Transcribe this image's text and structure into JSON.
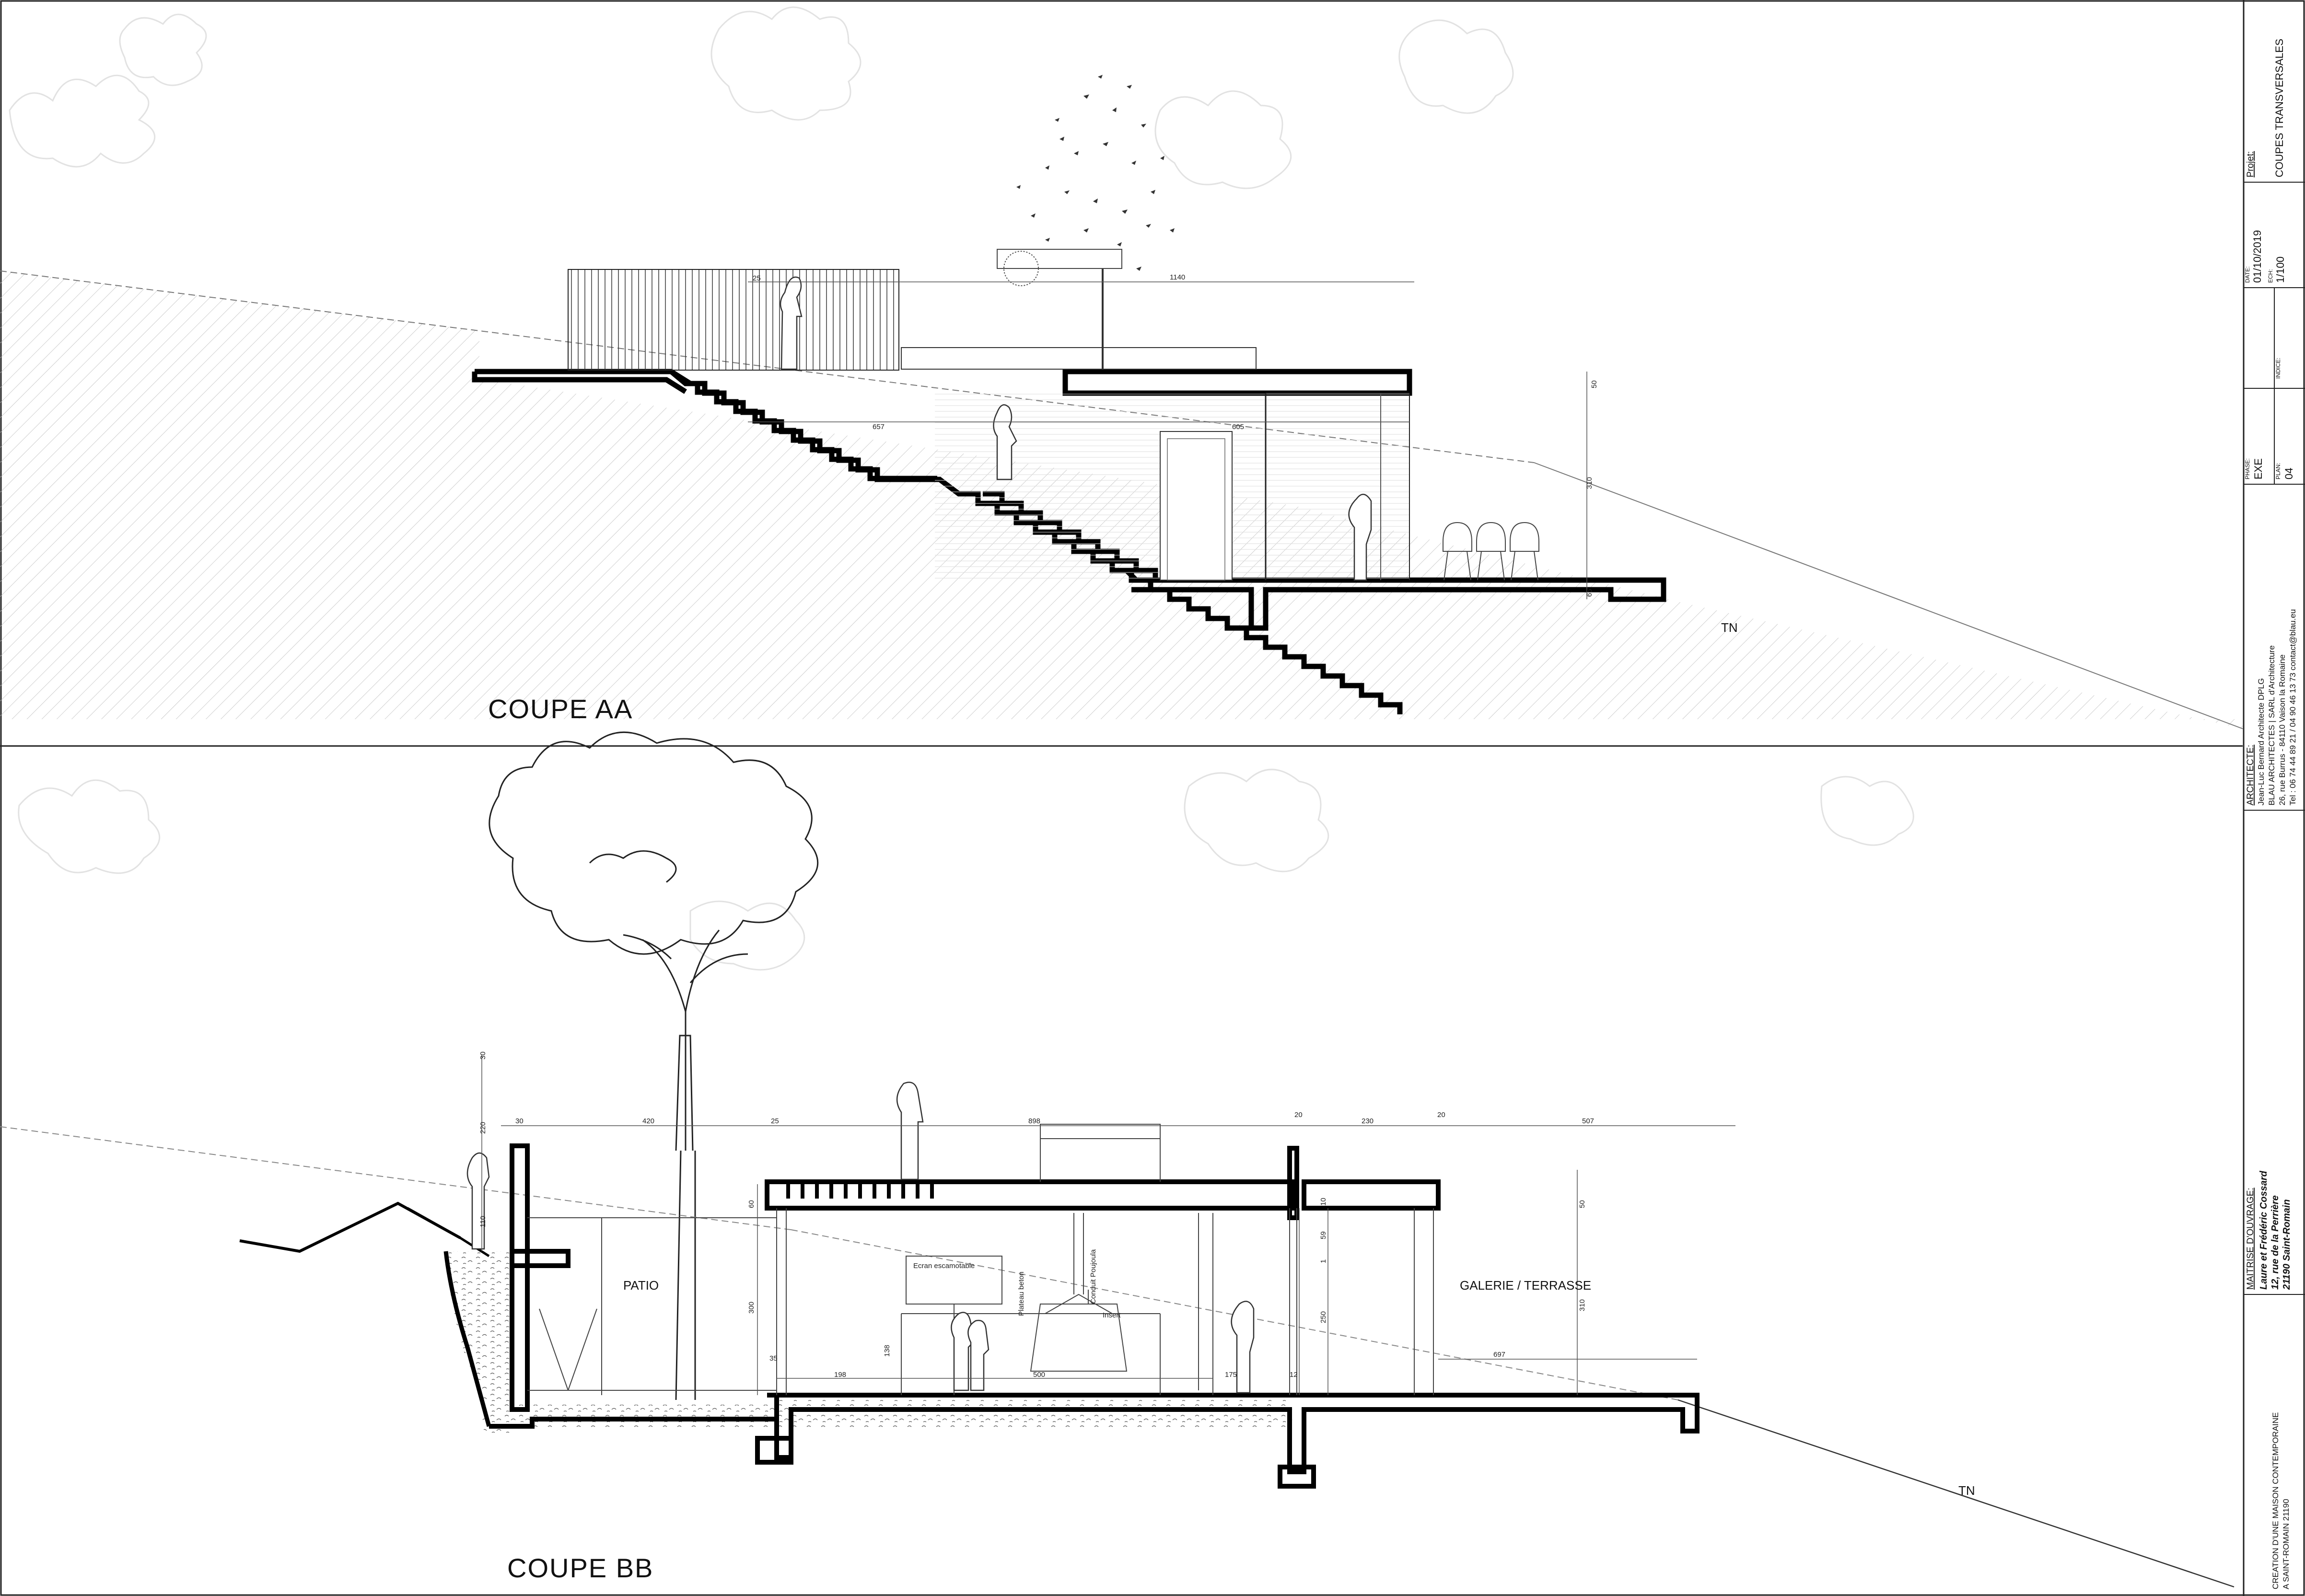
{
  "section_aa": {
    "title": "COUPE  AA",
    "tn": "TN",
    "dims": {
      "d25": "25",
      "d1140": "1140",
      "d657": "657",
      "d605": "605",
      "d50": "50",
      "d310": "310",
      "d65": "65"
    }
  },
  "section_bb": {
    "title": "COUPE  BB",
    "tn": "TN",
    "patio": "PATIO",
    "galerie": "GALERIE / TERRASSE",
    "ecran": "Ecran escamotable",
    "plateau": "Plateau beton",
    "conduit": "Conduit Poujoula",
    "insert": "Insert",
    "dims": {
      "d30": "30",
      "d420": "420",
      "d25": "25",
      "d898": "898",
      "d20a": "20",
      "d230": "230",
      "d20b": "20",
      "d507": "507",
      "d30v": "30",
      "d220": "220",
      "d110": "110",
      "d60": "60",
      "d300": "300",
      "d35": "35",
      "d138": "138",
      "d198": "198",
      "d500": "500",
      "d175": "175",
      "d10": "10",
      "d59": "59",
      "d1": "1",
      "d250": "250",
      "d50": "50",
      "d310": "310",
      "d697": "697",
      "d12": "12"
    }
  },
  "title_block": {
    "projet_label": "Projet:",
    "projet_value": "COUPES TRANSVERSALES",
    "date_label": "DATE:",
    "date_value": "01/10/2019",
    "ech_label": "ECH:",
    "ech_value": "1/100",
    "indice_label": "INDICE:",
    "phase_label": "PHASE:",
    "phase_value": "EXE",
    "plan_label": "PLAN:",
    "plan_value": "04",
    "architecte_label": "ARCHITECTE:",
    "architecte_lines": [
      "Jean-Luc Bernard Architecte DPLG",
      "BLAU ARCHITECTES | SARL d'Architecture",
      "26, rue Burrus - 84110 Vaison la Romaine",
      "Tel : 06 74 44 89 21 / 04 90 46 13 73  contact@blau.eu"
    ],
    "moa_label": "MAITRISE D'OUVRAGE:",
    "moa_lines": [
      "Laure et Frédéric Cossard",
      "12, rue de la Perrière",
      "21190 Saint-Romain"
    ],
    "creation_lines": [
      "CREATION D'UNE MAISON CONTEMPORAINE",
      "A SAINT-ROMAIN 21190"
    ]
  }
}
